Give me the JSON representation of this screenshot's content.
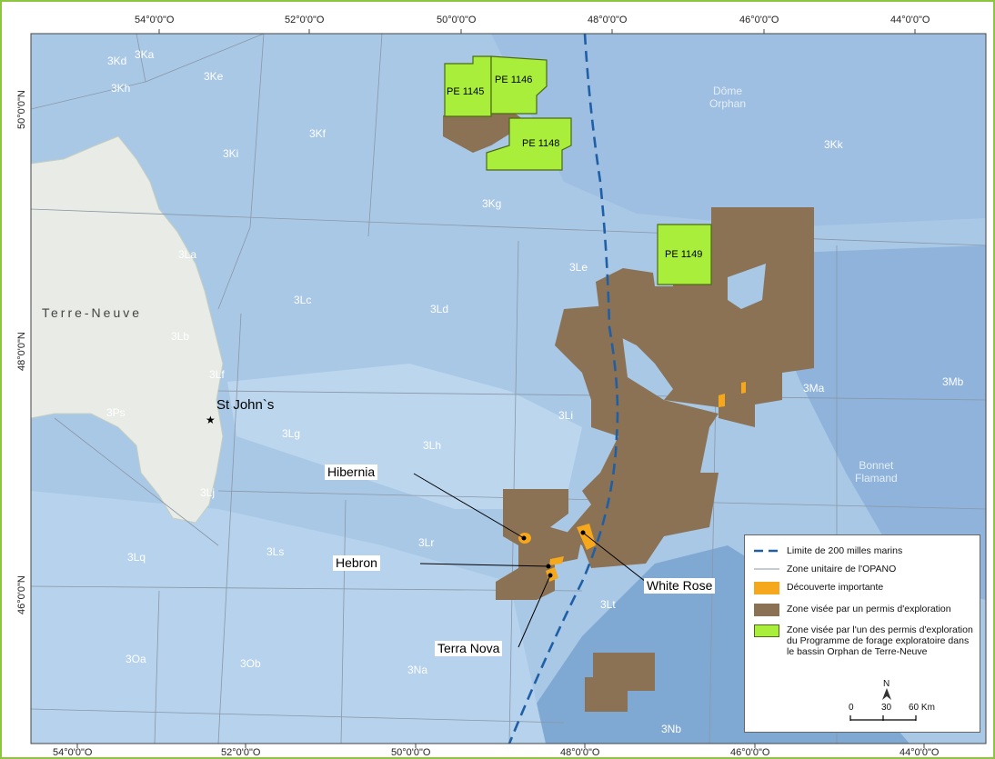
{
  "coords_top": [
    "54°0'0\"O",
    "52°0'0\"O",
    "50°0'0\"O",
    "48°0'0\"O",
    "46°0'0\"O",
    "44°0'0\"O"
  ],
  "coords_bottom": [
    "54°0'0\"O",
    "52°0'0\"O",
    "50°0'0\"O",
    "48°0'0\"O",
    "46°0'0\"O",
    "44°0'0\"O"
  ],
  "coords_left": [
    "50°0'0\"N",
    "48°0'0\"N",
    "46°0'0\"N"
  ],
  "zones": [
    "3Kd",
    "3Ka",
    "3Kh",
    "3Ke",
    "3Kf",
    "3Ki",
    "3Kg",
    "3Kk",
    "3La",
    "3Le",
    "3Lc",
    "3Ld",
    "3Lb",
    "3Lf",
    "3Li",
    "3Ma",
    "3Mb",
    "3Ps",
    "3Lg",
    "3Lh",
    "3Lj",
    "3Lq",
    "3Ls",
    "3Lr",
    "3Lt",
    "3Oa",
    "3Ob",
    "3Na",
    "3Nb"
  ],
  "features": {
    "orphan_knoll": "Dôme\nOrphan",
    "flemish_cap": "Bonnet\nFlamand"
  },
  "land_label": "Terre-Neuve",
  "city": "St John`s",
  "fields": {
    "hibernia": "Hibernia",
    "hebron": "Hebron",
    "white_rose": "White Rose",
    "terra_nova": "Terra Nova"
  },
  "permits": [
    "PE 1145",
    "PE 1146",
    "PE 1148",
    "PE 1149"
  ],
  "legend": {
    "boundary": "Limite de 200 milles marins",
    "nafo": "Zone unitaire de l'OPANO",
    "discovery": "Découverte importante",
    "exploration": "Zone visée par un permis d'exploration",
    "orphan_permit": "Zone visée par l'un des permis d'exploration du Programme de forage exploratoire dans le bassin Orphan de Terre-Neuve"
  },
  "scale": {
    "north": "N",
    "t0": "0",
    "t1": "30",
    "t2": "60 Km"
  },
  "colors": {
    "ocean": "#a9c8e6",
    "deep_ocean": "#7fa9d3",
    "land": "#e9ece6",
    "exploration": "#8b7254",
    "orphan_permit": "#a8ee3a",
    "discovery": "#f5a81c",
    "boundary": "#1f5fa6",
    "frame": "#8cc63f"
  }
}
